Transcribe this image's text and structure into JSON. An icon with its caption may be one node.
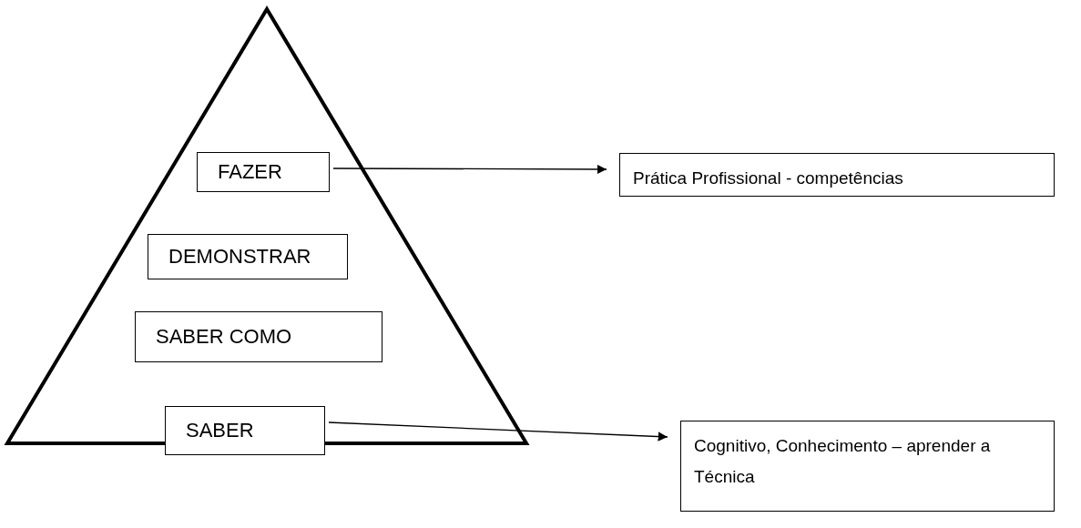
{
  "diagram": {
    "nodes": [
      {
        "text": [],
        "shape": "triangle"
      },
      {
        "text": [
          "FAZER"
        ],
        "in": 0
      },
      {
        "text": [
          "DEMONSTRAR"
        ],
        "in": 0
      },
      {
        "text": [
          "SABER COMO"
        ],
        "in": 0
      },
      {
        "text": [
          "SABER"
        ],
        "in": 0
      },
      {
        "text": [
          "Prática Profissional - competências"
        ]
      },
      {
        "text": [
          "Cognitivo, Conhecimento – aprender a Técnica"
        ]
      }
    ],
    "edges": [
      {
        "from": 1,
        "to": 5,
        "arrow": "to"
      },
      {
        "from": 4,
        "to": 6,
        "arrow": "to"
      }
    ]
  }
}
